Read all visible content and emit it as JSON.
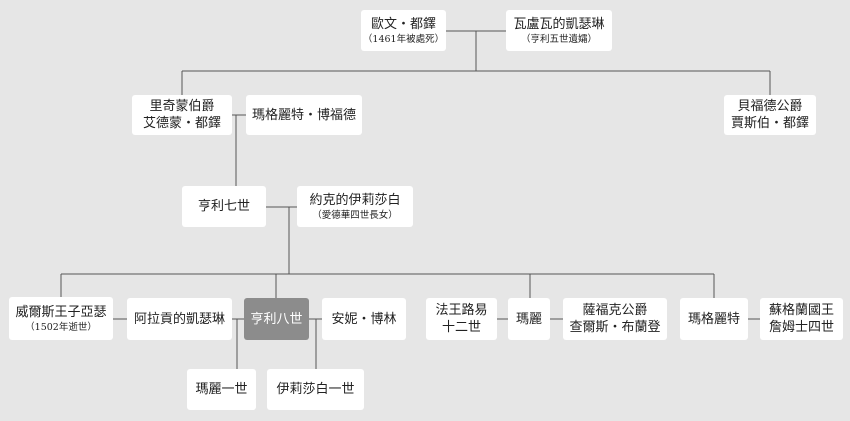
{
  "colors": {
    "background": "#e6e6e6",
    "node": "#ffffff",
    "highlight": "#8c8c8c",
    "line": "#555555"
  },
  "people": {
    "owen": {
      "name": "歐文・都鐸",
      "note": "（1461年被處死）"
    },
    "catherine_valois": {
      "name": "瓦盧瓦的凱瑟琳",
      "note": "（亨利五世遺孀）"
    },
    "edmund": {
      "name_line1": "里奇蒙伯爵",
      "name_line2": "艾德蒙・都鐸"
    },
    "margaret_beaufort": {
      "name": "瑪格麗特・博福德"
    },
    "jasper": {
      "name_line1": "貝福德公爵",
      "name_line2": "賈斯伯・都鐸"
    },
    "henry7": {
      "name": "亨利七世"
    },
    "elizabeth_york": {
      "name": "約克的伊莉莎白",
      "note": "（愛德華四世長女）"
    },
    "arthur": {
      "name": "威爾斯王子亞瑟",
      "note": "（1502年逝世）"
    },
    "catherine_aragon": {
      "name": "阿拉貢的凱瑟琳"
    },
    "henry8": {
      "name": "亨利八世"
    },
    "anne_boleyn": {
      "name": "安妮・博林"
    },
    "louis12": {
      "name_line1": "法王路易",
      "name_line2": "十二世"
    },
    "mary": {
      "name": "瑪麗"
    },
    "charles_brandon": {
      "name_line1": "薩福克公爵",
      "name_line2": "查爾斯・布蘭登"
    },
    "margaret": {
      "name": "瑪格麗特"
    },
    "james4": {
      "name_line1": "蘇格蘭國王",
      "name_line2": "詹姆士四世"
    },
    "mary1": {
      "name": "瑪麗一世"
    },
    "elizabeth1": {
      "name": "伊莉莎白一世"
    }
  }
}
